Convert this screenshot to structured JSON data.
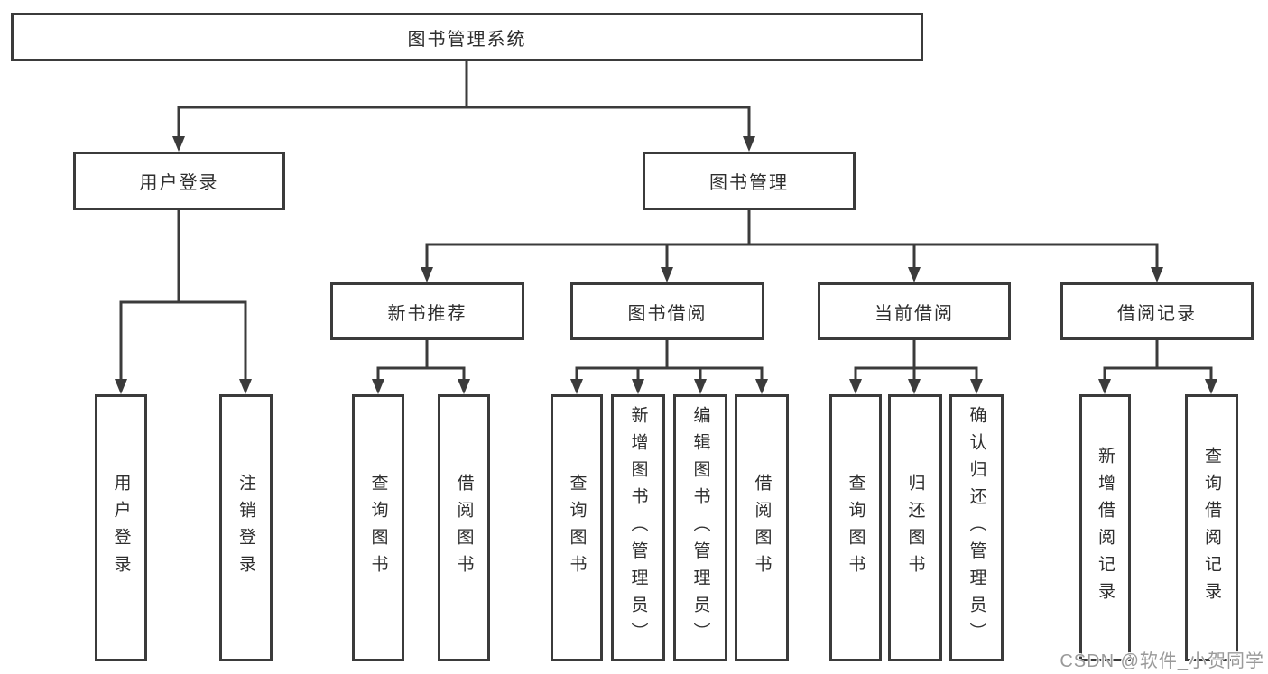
{
  "diagram": {
    "root": {
      "label": "图书管理系统"
    },
    "level2": [
      {
        "label": "用户登录"
      },
      {
        "label": "图书管理"
      }
    ],
    "level3": [
      {
        "label": "新书推荐"
      },
      {
        "label": "图书借阅"
      },
      {
        "label": "当前借阅"
      },
      {
        "label": "借阅记录"
      }
    ],
    "leaves": [
      {
        "label": "用户登录"
      },
      {
        "label": "注销登录"
      },
      {
        "label": "查询图书"
      },
      {
        "label": "借阅图书"
      },
      {
        "label": "查询图书"
      },
      {
        "label": "新增图书（管理员）"
      },
      {
        "label": "编辑图书（管理员）"
      },
      {
        "label": "借阅图书"
      },
      {
        "label": "查询图书"
      },
      {
        "label": "归还图书"
      },
      {
        "label": "确认归还（管理员）"
      },
      {
        "label": "新增借阅记录"
      },
      {
        "label": "查询借阅记录"
      }
    ]
  },
  "watermark": {
    "text": "CSDN @软件_小贺同学"
  },
  "colors": {
    "line": "#3b3b3b",
    "text": "#2e2e2e",
    "background": "#ffffff",
    "watermark": "#9a9a9a"
  }
}
